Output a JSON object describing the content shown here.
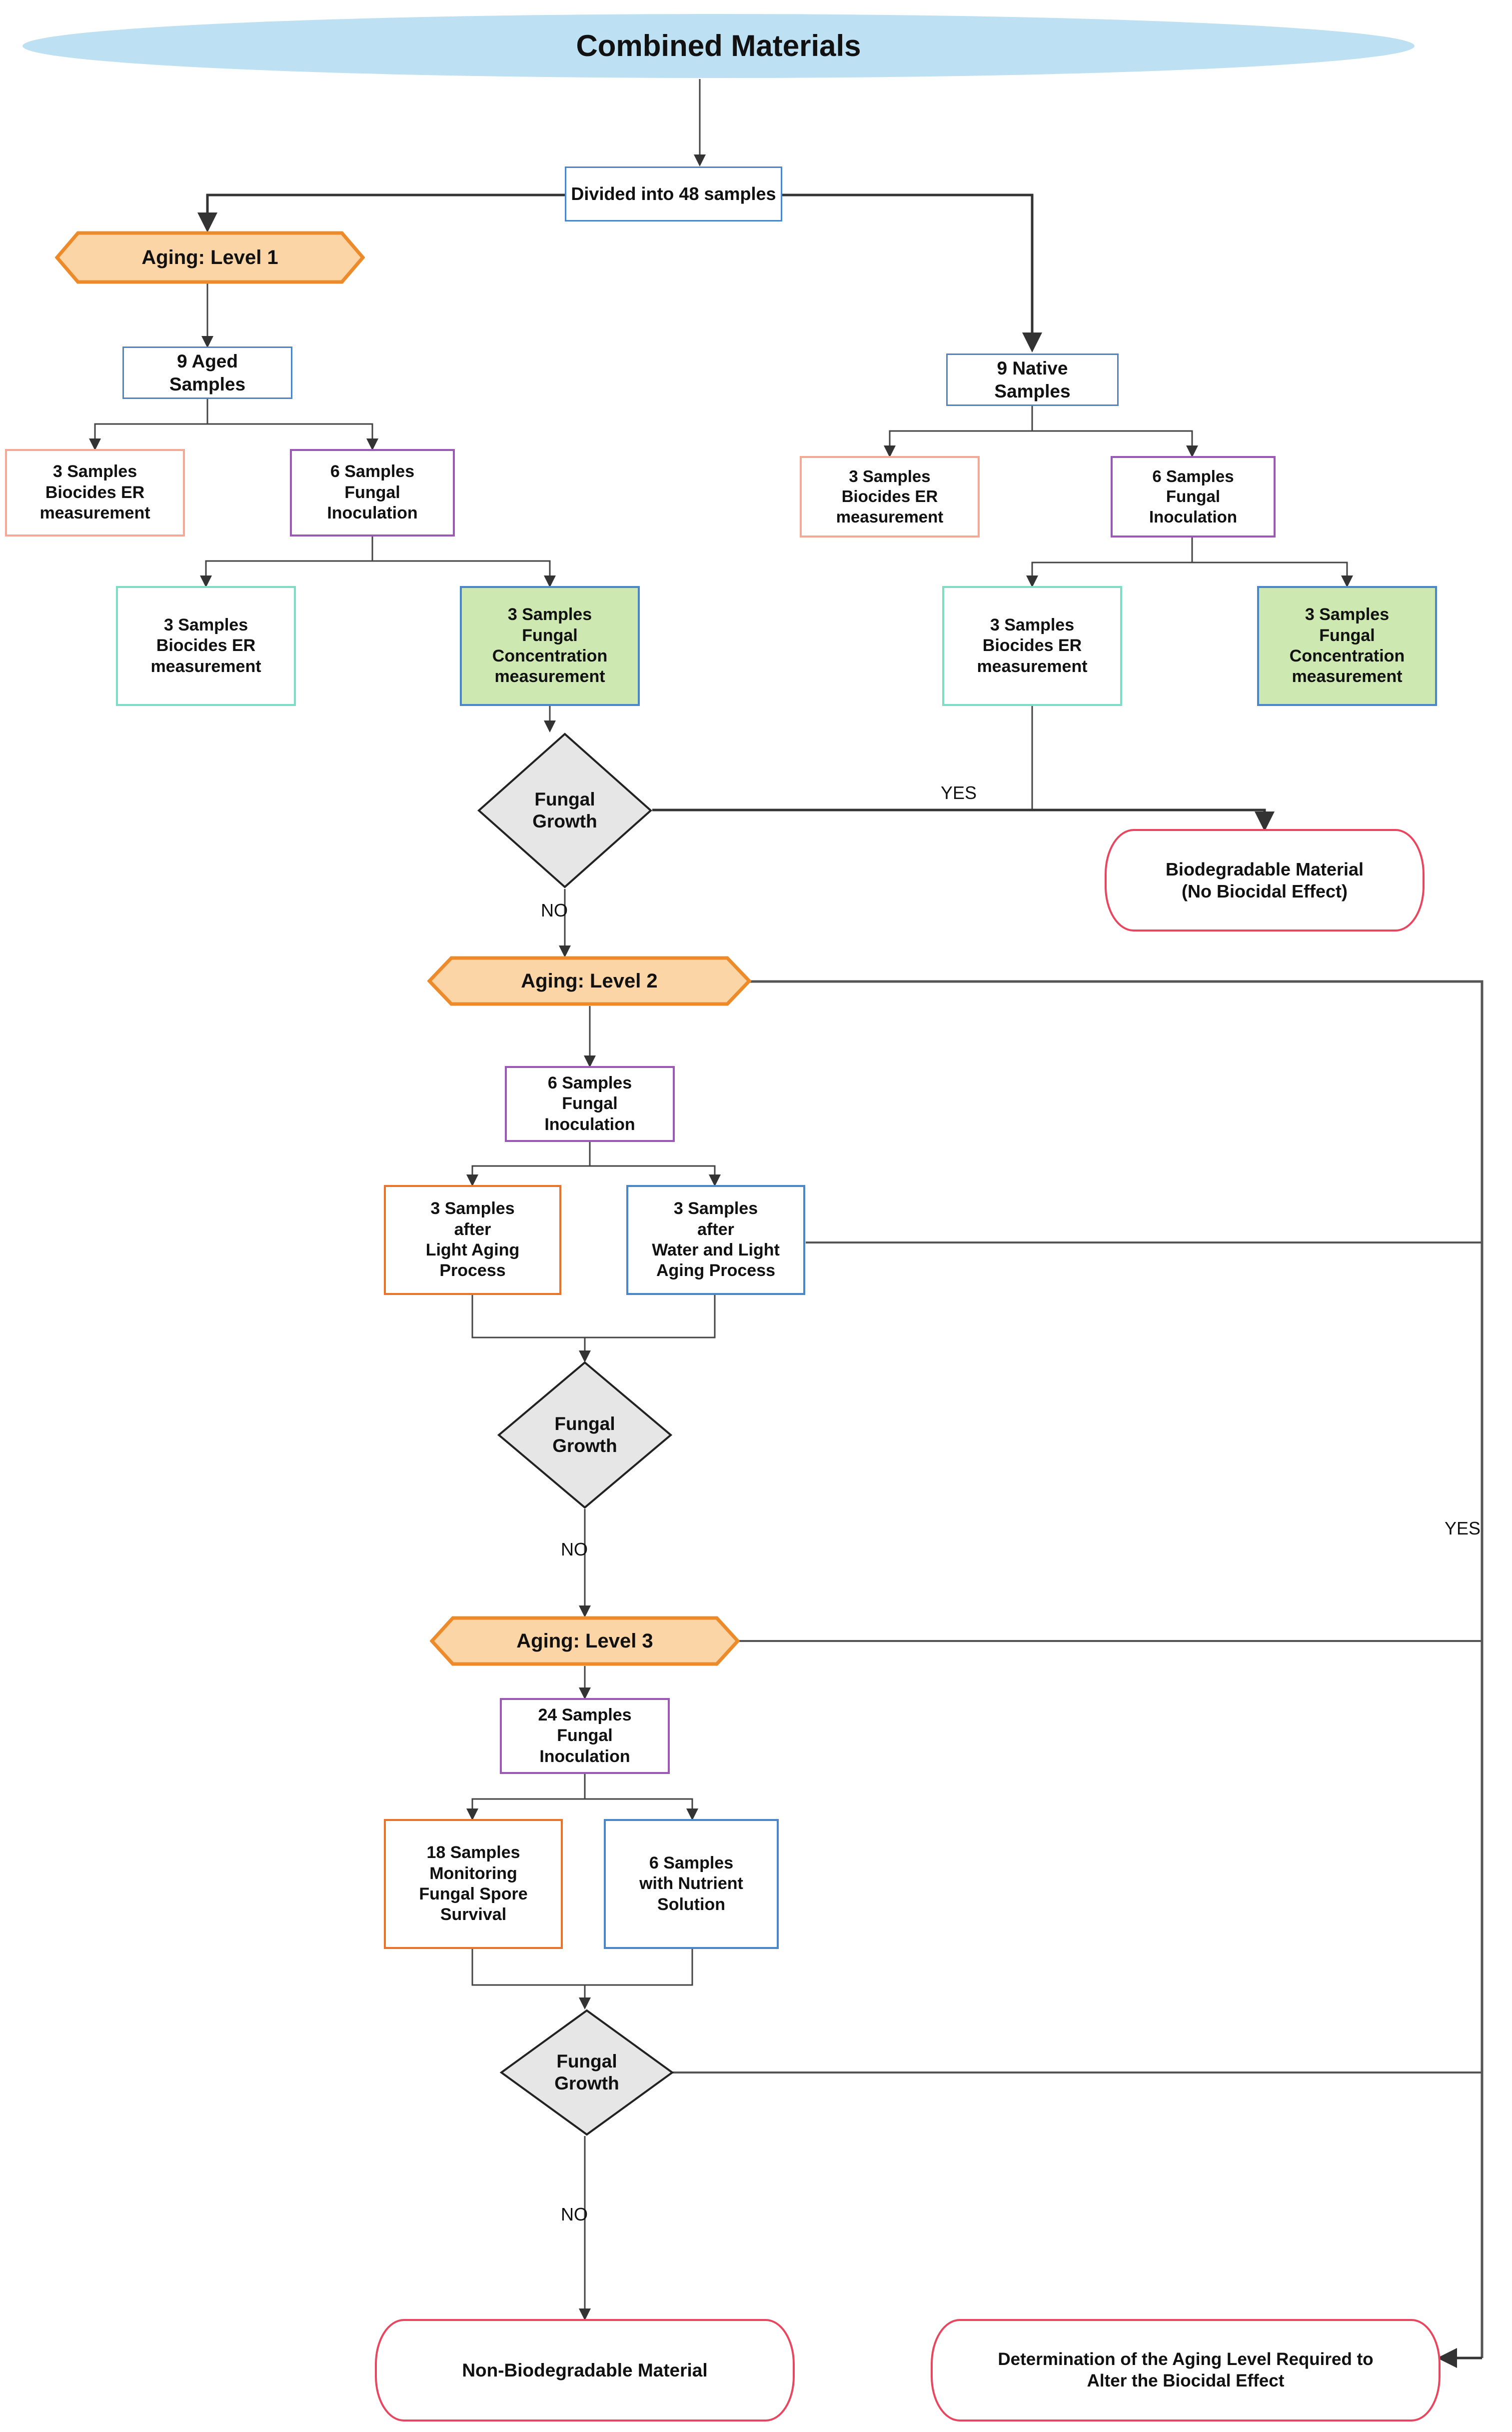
{
  "diagram": {
    "title": "Combined Materials",
    "type": "flowchart"
  },
  "nodes": {
    "start": {
      "label": "Combined Materials",
      "shape": "oval",
      "fill": "#bde0f2"
    },
    "divided": {
      "label": "Divided into 48 samples",
      "shape": "box",
      "border": "#4a86c8"
    },
    "aging1": {
      "label": "Aging: Level 1",
      "shape": "hexagon",
      "fill": "#fbd5a5",
      "border": "#ed8b2b"
    },
    "aging2": {
      "label": "Aging: Level 2",
      "shape": "hexagon",
      "fill": "#fbd5a5",
      "border": "#ed8b2b"
    },
    "aging3": {
      "label": "Aging: Level 3",
      "shape": "hexagon",
      "fill": "#fbd5a5",
      "border": "#ed8b2b"
    },
    "aged9": {
      "line1": "9 Aged",
      "line2": "Samples",
      "shape": "box",
      "border": "#4a86c8"
    },
    "native9": {
      "line1": "9 Native",
      "line2": "Samples",
      "shape": "box",
      "border": "#4a86c8"
    },
    "aged_bio3": {
      "line1": "3 Samples",
      "line2": "Biocides ER",
      "line3": "measurement",
      "shape": "box",
      "border": "#f4a896"
    },
    "aged_fung6": {
      "line1": "6 Samples",
      "line2": "Fungal",
      "line3": "Inoculation",
      "shape": "box",
      "border": "#9b59b6"
    },
    "aged_bio3b": {
      "line1": "3 Samples",
      "line2": "Biocides ER",
      "line3": "measurement",
      "shape": "box",
      "border": "#7eddc4"
    },
    "aged_conc3": {
      "line1": "3 Samples",
      "line2": "Fungal",
      "line3": "Concentration",
      "line4": "measurement",
      "shape": "box",
      "border": "#4a86c8",
      "fill": "#cde8b0"
    },
    "nat_bio3": {
      "line1": "3 Samples",
      "line2": "Biocides ER",
      "line3": "measurement",
      "shape": "box",
      "border": "#f4a896"
    },
    "nat_fung6": {
      "line1": "6 Samples",
      "line2": "Fungal",
      "line3": "Inoculation",
      "shape": "box",
      "border": "#9b59b6"
    },
    "nat_bio3b": {
      "line1": "3 Samples",
      "line2": "Biocides ER",
      "line3": "measurement",
      "shape": "box",
      "border": "#7eddc4"
    },
    "nat_conc3": {
      "line1": "3 Samples",
      "line2": "Fungal",
      "line3": "Concentration",
      "line4": "measurement",
      "shape": "box",
      "border": "#4a86c8",
      "fill": "#cde8b0"
    },
    "growth1": {
      "line1": "Fungal",
      "line2": "Growth",
      "shape": "diamond",
      "fill": "#e6e6e6"
    },
    "growth2": {
      "line1": "Fungal",
      "line2": "Growth",
      "shape": "diamond",
      "fill": "#e6e6e6"
    },
    "growth3": {
      "line1": "Fungal",
      "line2": "Growth",
      "shape": "diamond",
      "fill": "#e6e6e6"
    },
    "biodegradable": {
      "line1": "Biodegradable Material",
      "line2": "(No Biocidal Effect)",
      "shape": "stadium",
      "border": "#e8455f"
    },
    "l2_fung6": {
      "line1": "6 Samples",
      "line2": "Fungal",
      "line3": "Inoculation",
      "shape": "box",
      "border": "#9b59b6"
    },
    "l2_light3": {
      "line1": "3 Samples",
      "line2": "after",
      "line3": "Light Aging",
      "line4": "Process",
      "shape": "box",
      "border": "#e8742c"
    },
    "l2_waterlight3": {
      "line1": "3 Samples",
      "line2": "after",
      "line3": "Water and Light",
      "line4": "Aging Process",
      "shape": "box",
      "border": "#4a86c8"
    },
    "l3_fung24": {
      "line1": "24 Samples",
      "line2": "Fungal",
      "line3": "Inoculation",
      "shape": "box",
      "border": "#9b59b6"
    },
    "l3_monitor18": {
      "line1": "18 Samples",
      "line2": "Monitoring",
      "line3": "Fungal Spore",
      "line4": "Survival",
      "shape": "box",
      "border": "#e8742c"
    },
    "l3_nutrient6": {
      "line1": "6 Samples",
      "line2": "with Nutrient",
      "line3": "Solution",
      "shape": "box",
      "border": "#4a86c8"
    },
    "nonbiodegradable": {
      "label": "Non-Biodegradable Material",
      "shape": "stadium",
      "border": "#e8455f"
    },
    "determination": {
      "line1": "Determination of the Aging Level Required to",
      "line2": "Alter the Biocidal Effect",
      "shape": "stadium",
      "border": "#e8455f"
    }
  },
  "edge_labels": {
    "yes1": "YES",
    "no1": "NO",
    "no2": "NO",
    "no3": "NO",
    "yes_right": "YES"
  },
  "colors": {
    "accent_orange": "#ed8b2b",
    "hex_fill": "#fbd5a5",
    "blue_border": "#4a86c8",
    "salmon_border": "#f4a896",
    "purple_border": "#9b59b6",
    "teal_border": "#7eddc4",
    "orange_border": "#e8742c",
    "green_fill": "#cde8b0",
    "oval_fill": "#bde0f2",
    "diamond_fill": "#e6e6e6",
    "red_border": "#e8455f",
    "line": "#444444"
  }
}
